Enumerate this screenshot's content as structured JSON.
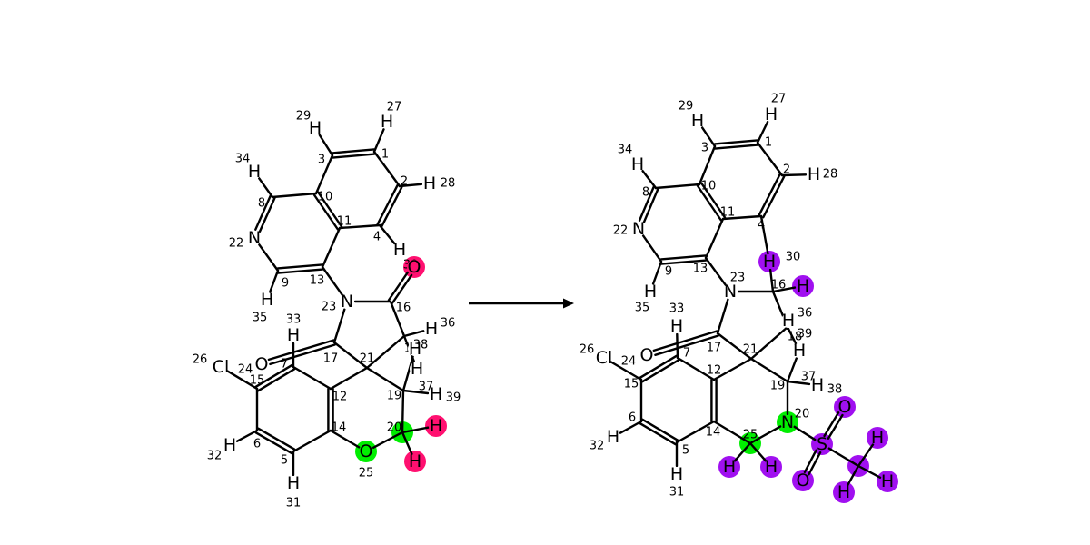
{
  "highlight_colors": {
    "green": "#00ee00",
    "pink": "#ff1070",
    "purple": "#a010f0"
  },
  "reactant": {
    "atoms": [
      {
        "id": 1,
        "label": "",
        "index": "1"
      },
      {
        "id": 2,
        "label": "",
        "index": "2"
      },
      {
        "id": 3,
        "label": "",
        "index": "3"
      },
      {
        "id": 4,
        "label": "",
        "index": "4"
      },
      {
        "id": 5,
        "label": "",
        "index": "5"
      },
      {
        "id": 6,
        "label": "",
        "index": "6"
      },
      {
        "id": 7,
        "label": "",
        "index": "7"
      },
      {
        "id": 8,
        "label": "",
        "index": "8"
      },
      {
        "id": 9,
        "label": "",
        "index": "9"
      },
      {
        "id": 10,
        "label": "",
        "index": "10"
      },
      {
        "id": 11,
        "label": "",
        "index": "11"
      },
      {
        "id": 12,
        "label": "",
        "index": "12"
      },
      {
        "id": 13,
        "label": "",
        "index": "13"
      },
      {
        "id": 14,
        "label": "",
        "index": "14"
      },
      {
        "id": 15,
        "label": "",
        "index": "15"
      },
      {
        "id": 16,
        "label": "",
        "index": "16"
      },
      {
        "id": 17,
        "label": "",
        "index": "17"
      },
      {
        "id": 18,
        "label": "",
        "index": "18"
      },
      {
        "id": 19,
        "label": "",
        "index": "19"
      },
      {
        "id": 20,
        "label": "",
        "index": "20",
        "highlight": "green"
      },
      {
        "id": 21,
        "label": "",
        "index": "21"
      },
      {
        "id": 22,
        "label": "N",
        "index": "22"
      },
      {
        "id": 23,
        "label": "N",
        "index": "23"
      },
      {
        "id": 24,
        "label": "Cl",
        "index": "24"
      },
      {
        "id": 25,
        "label": "O",
        "index": "25",
        "highlight": "green"
      },
      {
        "id": 26,
        "label": "O",
        "index": "26"
      },
      {
        "id": 27,
        "label": "H",
        "index": "27"
      },
      {
        "id": 28,
        "label": "H",
        "index": "28"
      },
      {
        "id": 29,
        "label": "H",
        "index": "29"
      },
      {
        "id": 30,
        "label": "H",
        "index": "30"
      },
      {
        "id": 31,
        "label": "H",
        "index": "31"
      },
      {
        "id": 32,
        "label": "H",
        "index": "32"
      },
      {
        "id": 33,
        "label": "H",
        "index": "33"
      },
      {
        "id": 34,
        "label": "H",
        "index": "34"
      },
      {
        "id": 35,
        "label": "H",
        "index": "35"
      },
      {
        "id": 36,
        "label": "H",
        "index": "36"
      },
      {
        "id": 37,
        "label": "H",
        "index": "37"
      },
      {
        "id": 38,
        "label": "H",
        "index": "38"
      },
      {
        "id": 39,
        "label": "H",
        "index": "39"
      },
      {
        "id": 40,
        "label": "O",
        "index": "",
        "highlight": "pink"
      },
      {
        "id": 41,
        "label": "H",
        "index": "",
        "highlight": "pink"
      },
      {
        "id": 42,
        "label": "H",
        "index": "",
        "highlight": "pink"
      }
    ],
    "bonds": [
      [
        1,
        2,
        1
      ],
      [
        2,
        4,
        2
      ],
      [
        4,
        11,
        1
      ],
      [
        11,
        10,
        2
      ],
      [
        10,
        3,
        1
      ],
      [
        3,
        1,
        2
      ],
      [
        10,
        8,
        1
      ],
      [
        8,
        22,
        2
      ],
      [
        22,
        9,
        1
      ],
      [
        9,
        13,
        2
      ],
      [
        13,
        11,
        1
      ],
      [
        13,
        23,
        1
      ],
      [
        23,
        16,
        1
      ],
      [
        16,
        40,
        2
      ],
      [
        16,
        18,
        1
      ],
      [
        18,
        21,
        1
      ],
      [
        21,
        17,
        1
      ],
      [
        17,
        23,
        1
      ],
      [
        17,
        26,
        2
      ],
      [
        21,
        12,
        1
      ],
      [
        21,
        19,
        1
      ],
      [
        19,
        20,
        1
      ],
      [
        20,
        25,
        1
      ],
      [
        25,
        14,
        1
      ],
      [
        14,
        12,
        2
      ],
      [
        12,
        7,
        1
      ],
      [
        7,
        15,
        2
      ],
      [
        15,
        6,
        1
      ],
      [
        6,
        5,
        2
      ],
      [
        5,
        14,
        1
      ],
      [
        15,
        24,
        1
      ],
      [
        1,
        27,
        1
      ],
      [
        2,
        28,
        1
      ],
      [
        3,
        29,
        1
      ],
      [
        4,
        30,
        1
      ],
      [
        5,
        31,
        1
      ],
      [
        6,
        32,
        1
      ],
      [
        7,
        33,
        1
      ],
      [
        8,
        34,
        1
      ],
      [
        9,
        35,
        1
      ],
      [
        18,
        36,
        1
      ],
      [
        18,
        37,
        1
      ],
      [
        19,
        38,
        1
      ],
      [
        19,
        39,
        1
      ],
      [
        20,
        41,
        1
      ],
      [
        20,
        42,
        1
      ]
    ]
  },
  "product": {
    "atoms": [
      {
        "id": 1,
        "label": "",
        "index": "1"
      },
      {
        "id": 2,
        "label": "",
        "index": "2"
      },
      {
        "id": 3,
        "label": "",
        "index": "3"
      },
      {
        "id": 4,
        "label": "",
        "index": "4"
      },
      {
        "id": 5,
        "label": "",
        "index": "5"
      },
      {
        "id": 6,
        "label": "",
        "index": "6"
      },
      {
        "id": 7,
        "label": "",
        "index": "7"
      },
      {
        "id": 8,
        "label": "",
        "index": "8"
      },
      {
        "id": 9,
        "label": "",
        "index": "9"
      },
      {
        "id": 10,
        "label": "",
        "index": "10"
      },
      {
        "id": 11,
        "label": "",
        "index": "11"
      },
      {
        "id": 12,
        "label": "",
        "index": "12"
      },
      {
        "id": 13,
        "label": "",
        "index": "13"
      },
      {
        "id": 14,
        "label": "",
        "index": "14"
      },
      {
        "id": 15,
        "label": "",
        "index": "15"
      },
      {
        "id": 16,
        "label": "",
        "index": "16"
      },
      {
        "id": 17,
        "label": "",
        "index": "17"
      },
      {
        "id": 18,
        "label": "",
        "index": "18"
      },
      {
        "id": 19,
        "label": "",
        "index": "19"
      },
      {
        "id": 20,
        "label": "N",
        "index": "20",
        "highlight": "green"
      },
      {
        "id": 21,
        "label": "",
        "index": "21"
      },
      {
        "id": 22,
        "label": "N",
        "index": "22"
      },
      {
        "id": 23,
        "label": "N",
        "index": "23"
      },
      {
        "id": 24,
        "label": "Cl",
        "index": "24"
      },
      {
        "id": 25,
        "label": "",
        "index": "25",
        "highlight": "green"
      },
      {
        "id": 26,
        "label": "O",
        "index": "26"
      },
      {
        "id": 27,
        "label": "H",
        "index": "27"
      },
      {
        "id": 28,
        "label": "H",
        "index": "28"
      },
      {
        "id": 29,
        "label": "H",
        "index": "29"
      },
      {
        "id": 30,
        "label": "H",
        "index": "30",
        "highlight": "purple"
      },
      {
        "id": 31,
        "label": "H",
        "index": "31"
      },
      {
        "id": 32,
        "label": "H",
        "index": "32"
      },
      {
        "id": 33,
        "label": "H",
        "index": "33"
      },
      {
        "id": 34,
        "label": "H",
        "index": "34"
      },
      {
        "id": 35,
        "label": "H",
        "index": "35"
      },
      {
        "id": 36,
        "label": "H",
        "index": "36"
      },
      {
        "id": 37,
        "label": "H",
        "index": "37"
      },
      {
        "id": 38,
        "label": "H",
        "index": "38"
      },
      {
        "id": 39,
        "label": "H",
        "index": "39"
      },
      {
        "id": 40,
        "label": "H",
        "index": "",
        "highlight": "purple"
      },
      {
        "id": 41,
        "label": "H",
        "index": "",
        "highlight": "purple"
      },
      {
        "id": 42,
        "label": "H",
        "index": "",
        "highlight": "purple"
      },
      {
        "id": 43,
        "label": "S",
        "index": "",
        "highlight": "purple"
      },
      {
        "id": 44,
        "label": "O",
        "index": "",
        "highlight": "purple"
      },
      {
        "id": 45,
        "label": "O",
        "index": "",
        "highlight": "purple"
      },
      {
        "id": 46,
        "label": "",
        "index": "",
        "highlight": "purple"
      },
      {
        "id": 47,
        "label": "H",
        "index": "",
        "highlight": "purple"
      },
      {
        "id": 48,
        "label": "H",
        "index": "",
        "highlight": "purple"
      },
      {
        "id": 49,
        "label": "H",
        "index": "",
        "highlight": "purple"
      }
    ],
    "bonds": [
      [
        1,
        2,
        1
      ],
      [
        2,
        4,
        2
      ],
      [
        4,
        11,
        1
      ],
      [
        11,
        10,
        2
      ],
      [
        10,
        3,
        1
      ],
      [
        3,
        1,
        2
      ],
      [
        10,
        8,
        1
      ],
      [
        8,
        22,
        2
      ],
      [
        22,
        9,
        1
      ],
      [
        9,
        13,
        2
      ],
      [
        13,
        11,
        1
      ],
      [
        13,
        23,
        1
      ],
      [
        23,
        16,
        1
      ],
      [
        16,
        18,
        1
      ],
      [
        18,
        21,
        1
      ],
      [
        21,
        17,
        1
      ],
      [
        17,
        23,
        1
      ],
      [
        17,
        26,
        2
      ],
      [
        21,
        12,
        1
      ],
      [
        21,
        19,
        1
      ],
      [
        19,
        20,
        1
      ],
      [
        20,
        25,
        1
      ],
      [
        25,
        14,
        1
      ],
      [
        14,
        12,
        2
      ],
      [
        12,
        7,
        1
      ],
      [
        7,
        15,
        2
      ],
      [
        15,
        6,
        1
      ],
      [
        6,
        5,
        2
      ],
      [
        5,
        14,
        1
      ],
      [
        15,
        24,
        1
      ],
      [
        20,
        43,
        1
      ],
      [
        43,
        44,
        2
      ],
      [
        43,
        45,
        2
      ],
      [
        43,
        46,
        1
      ],
      [
        46,
        47,
        1
      ],
      [
        46,
        48,
        1
      ],
      [
        46,
        49,
        1
      ],
      [
        1,
        27,
        1
      ],
      [
        2,
        28,
        1
      ],
      [
        3,
        29,
        1
      ],
      [
        4,
        30,
        1
      ],
      [
        5,
        31,
        1
      ],
      [
        6,
        32,
        1
      ],
      [
        7,
        33,
        1
      ],
      [
        8,
        34,
        1
      ],
      [
        9,
        35,
        1
      ],
      [
        16,
        30,
        1
      ],
      [
        16,
        40,
        1
      ],
      [
        18,
        36,
        1
      ],
      [
        18,
        39,
        1
      ],
      [
        19,
        37,
        1
      ],
      [
        19,
        38,
        1
      ],
      [
        25,
        41,
        1
      ],
      [
        25,
        42,
        1
      ]
    ]
  }
}
